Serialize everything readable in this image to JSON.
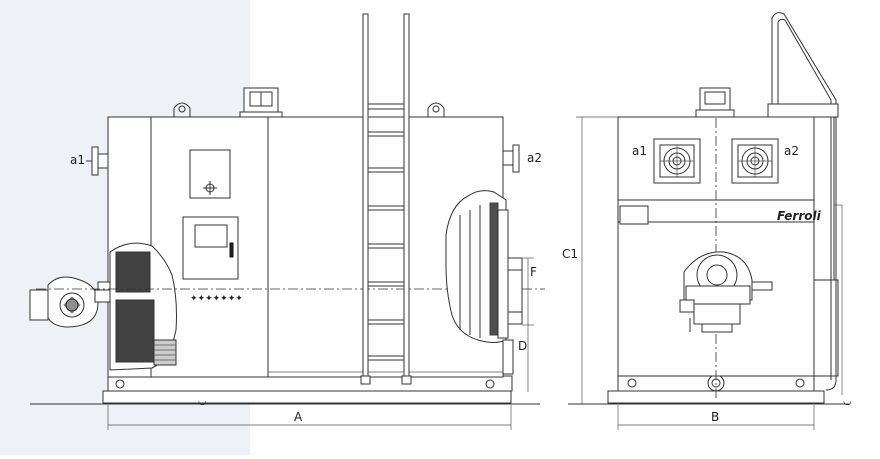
{
  "labels": {
    "a1_side": "a1",
    "a2_side": "a2",
    "a1_front": "a1",
    "a2_front": "a2",
    "dim_a": "A",
    "dim_b": "B",
    "dim_c1": "C1",
    "dim_d": "D",
    "dim_f": "F"
  },
  "brand": "Ferroli",
  "colors": {
    "line": "#333333",
    "background": "#ffffff",
    "shade": "#e8edf2"
  }
}
